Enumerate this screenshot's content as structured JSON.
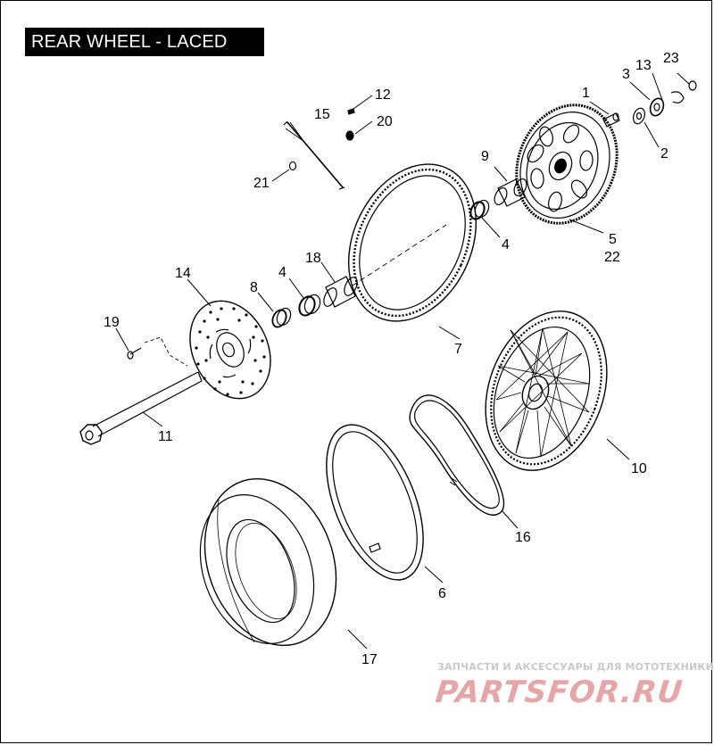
{
  "title": "REAR WHEEL - LACED",
  "callouts": {
    "c1": "1",
    "c2": "2",
    "c3": "3",
    "c4a": "4",
    "c4b": "4",
    "c5": "5",
    "c22": "22",
    "c6": "6",
    "c7": "7",
    "c8": "8",
    "c9": "9",
    "c10": "10",
    "c11": "11",
    "c12": "12",
    "c13": "13",
    "c14": "14",
    "c15": "15",
    "c16": "16",
    "c17": "17",
    "c18": "18",
    "c19": "19",
    "c20": "20",
    "c21": "21",
    "c23": "23"
  },
  "watermark": {
    "caption": "ЗАПЧАСТИ И АКСЕССУАРЫ ДЛЯ МОТОТЕХНИКИ",
    "logo": "PARTSFOR.RU"
  }
}
